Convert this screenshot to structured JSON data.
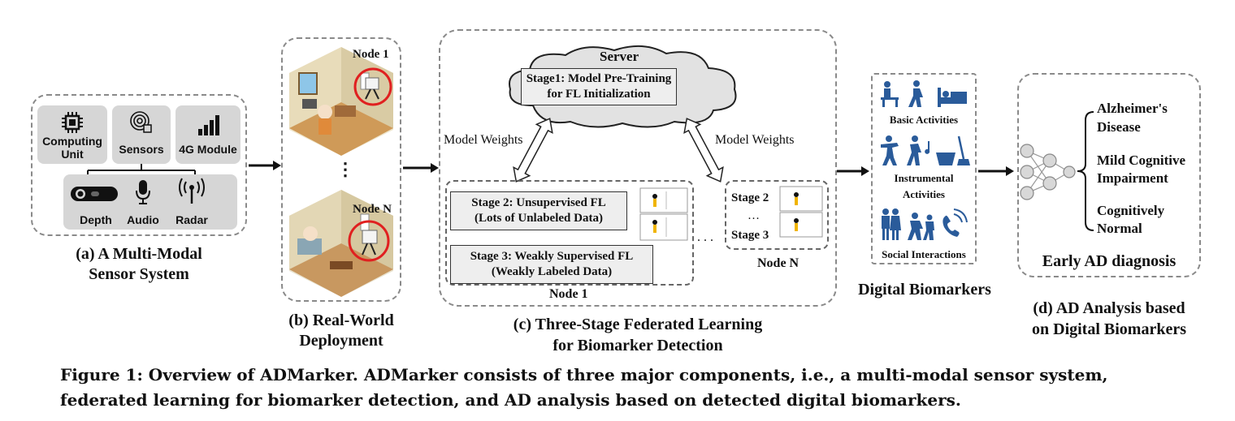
{
  "panel_a": {
    "computing_unit": "Computing\nUnit",
    "sensors": "Sensors",
    "module_4g": "4G Module",
    "depth": "Depth",
    "audio": "Audio",
    "radar": "Radar",
    "caption_line1": "(a) A Multi-Modal",
    "caption_line2": "Sensor System"
  },
  "panel_b": {
    "node_1": "Node 1",
    "node_n": "Node N",
    "ellipsis": "⋮",
    "caption_line1": "(b) Real-World",
    "caption_line2": "Deployment"
  },
  "panel_c": {
    "server": "Server",
    "stage1_line1": "Stage1: Model Pre-Training",
    "stage1_line2": "for FL Initialization",
    "model_weights_left": "Model Weights",
    "model_weights_right": "Model Weights",
    "stage2_line1": "Stage 2: Unsupervised FL",
    "stage2_line2": "(Lots of Unlabeled Data)",
    "stage3_line1": "Stage 3: Weakly Supervised FL",
    "stage3_line2": "(Weakly Labeled Data)",
    "node_1": "Node 1",
    "node_n": "Node N",
    "nodeN_stage2": "Stage 2",
    "nodeN_dots": "…",
    "nodeN_stage3": "Stage 3",
    "between_dots": ". . .",
    "caption_line1": "(c) Three-Stage Federated Learning",
    "caption_line2": "for Biomarker Detection"
  },
  "biomarkers": {
    "basic": "Basic Activities",
    "instrumental_line1": "Instrumental",
    "instrumental_line2": "Activities",
    "social": "Social Interactions",
    "caption": "Digital Biomarkers"
  },
  "panel_d": {
    "out1_line1": "Alzheimer's",
    "out1_line2": "Disease",
    "out2_line1": "Mild Cognitive",
    "out2_line2": "Impairment",
    "out3_line1": "Cognitively",
    "out3_line2": "Normal",
    "box_label": "Early AD diagnosis",
    "caption_line1": "(d) AD Analysis based",
    "caption_line2": "on Digital Biomarkers"
  },
  "figure_caption": {
    "line1": "Figure 1: Overview of ADMarker. ADMarker consists of three major components, i.e., a multi-modal sensor system,",
    "line2": "federated learning for biomarker detection, and AD analysis based on detected digital biomarkers."
  },
  "colors": {
    "highlight_circle": "#e02020",
    "dash_border": "#8a8a8a",
    "icon_blue": "#2a5b9a",
    "room_wall": "#f0ead8",
    "room_floor": "#d6a25c"
  }
}
